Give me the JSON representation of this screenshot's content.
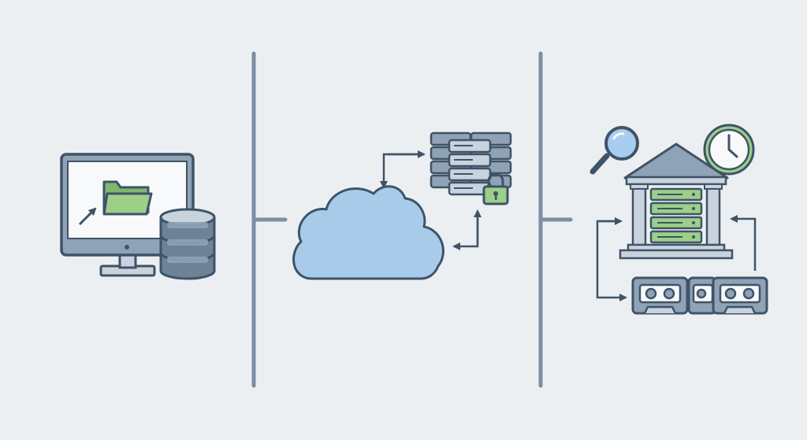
{
  "colors": {
    "background": "#eceff1",
    "outline": "#3f5368",
    "divider": "#7a8ea4",
    "slate": "#6e8296",
    "slate_light": "#8fa2b6",
    "slate_pale": "#c9d3dd",
    "cloud": "#a9cbea",
    "green": "#9ccf88",
    "green_dark": "#5f9a4a",
    "white": "#f7f9fa",
    "lens": "#a8cdee"
  },
  "panels": [
    {
      "name": "local-storage",
      "icons": [
        "monitor-icon",
        "folder-icon",
        "arrow-icon",
        "database-icon"
      ]
    },
    {
      "name": "cloud-storage",
      "icons": [
        "cloud-icon",
        "server-rack-icon",
        "lock-icon",
        "connector-arrow-icon"
      ]
    },
    {
      "name": "archive-storage",
      "icons": [
        "magnifier-icon",
        "clock-icon",
        "institution-icon",
        "server-rack-icon",
        "tape-cartridge-icon"
      ]
    }
  ]
}
